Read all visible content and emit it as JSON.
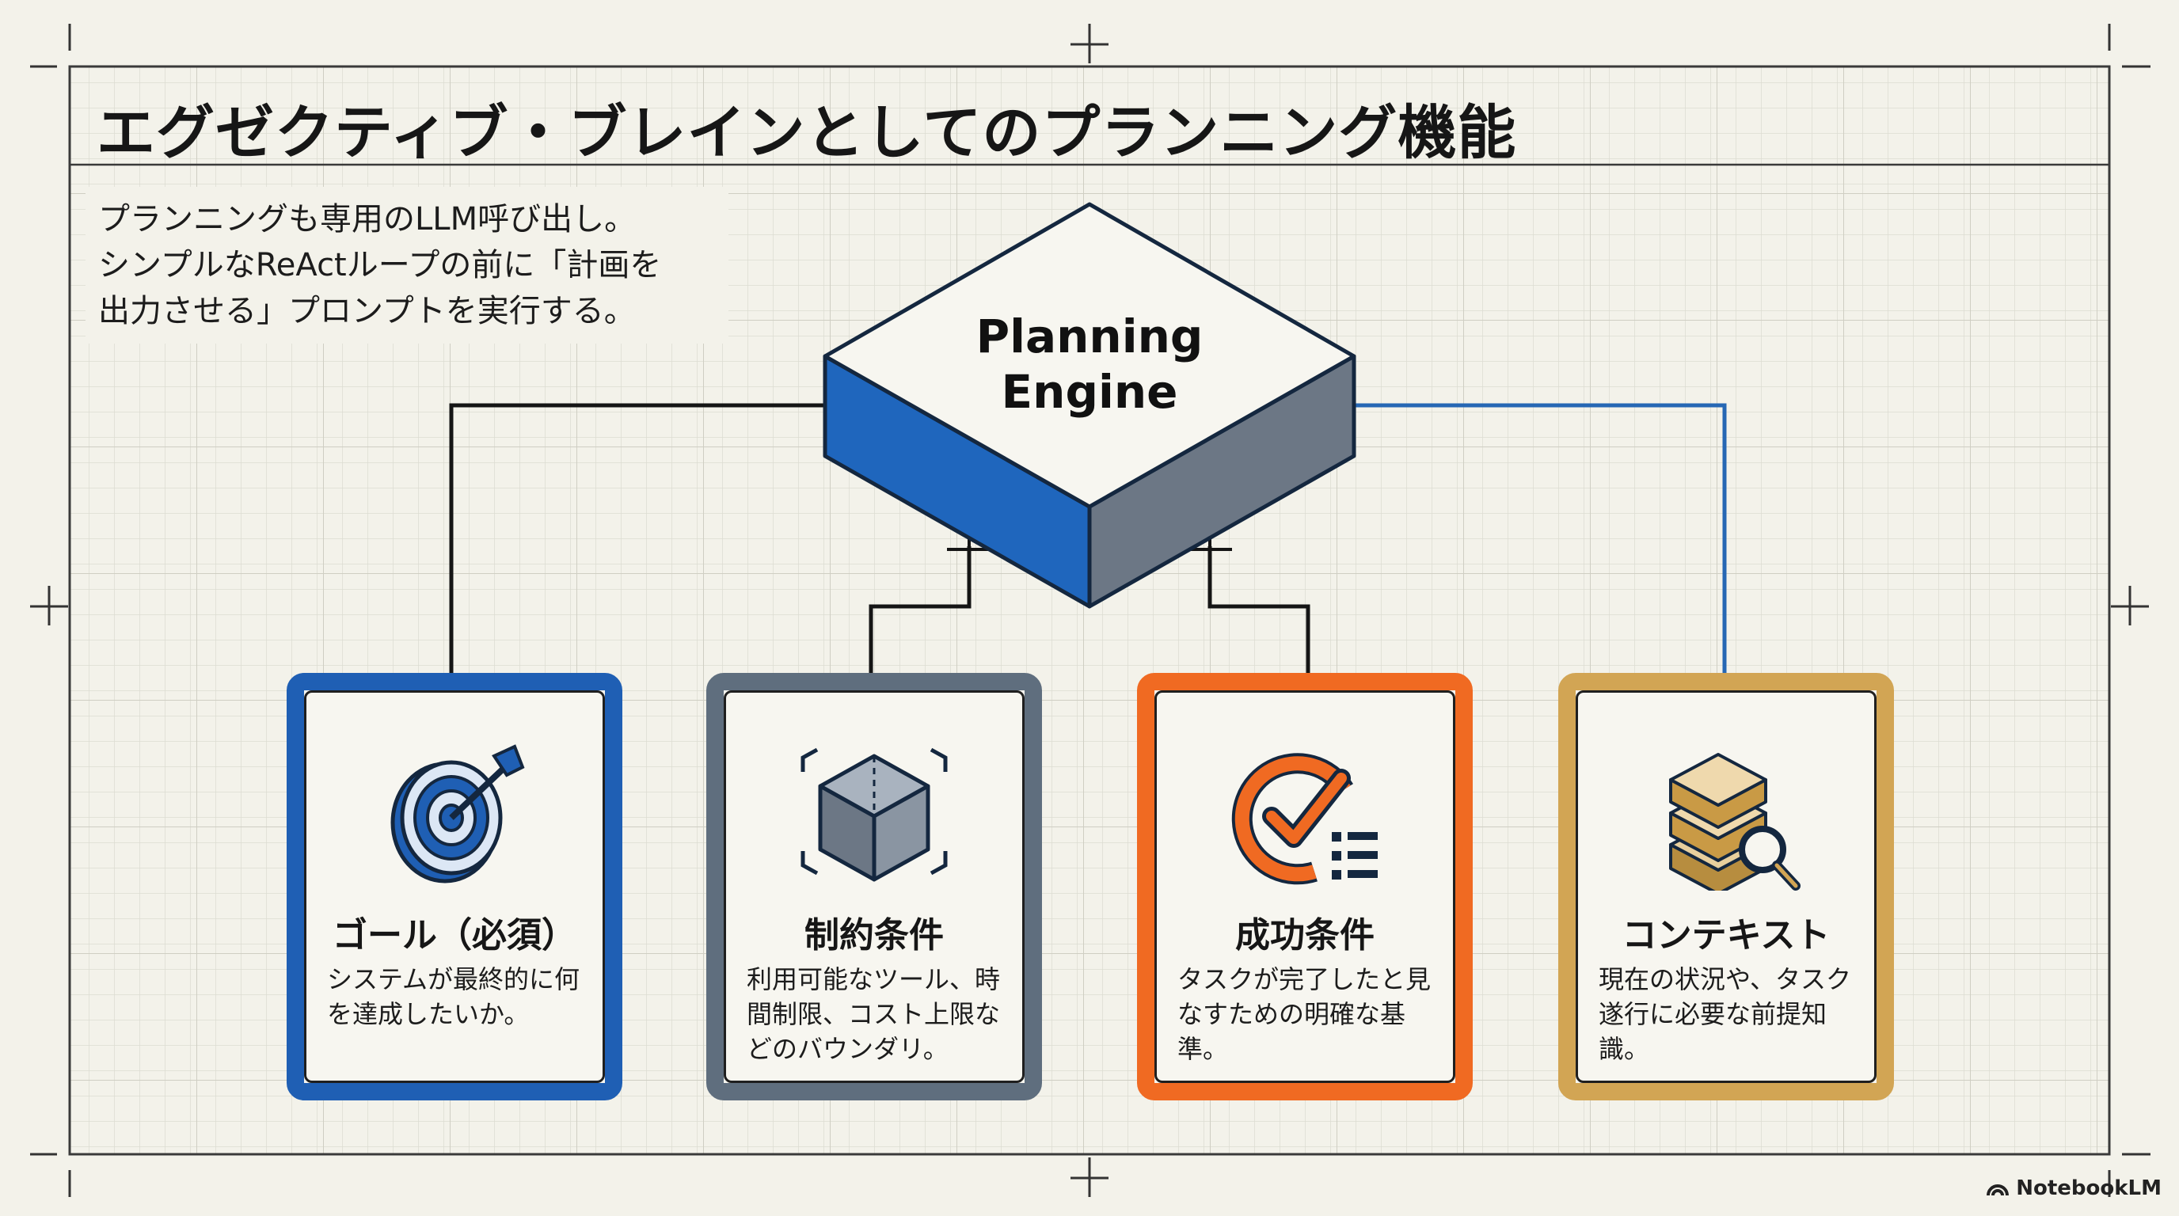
{
  "title": "エグゼクティブ・ブレインとしてのプランニング機能",
  "intro": {
    "lines": [
      "プランニングも専用のLLM呼び出し。",
      "シンプルなReActループの前に「計画を",
      "出力させる」プロンプトを実行する。"
    ]
  },
  "engine": {
    "line1": "Planning",
    "line2": "Engine"
  },
  "cards": [
    {
      "title": "ゴール（必須）",
      "lines": [
        "システムが最終的に何",
        "を達成したいか。"
      ],
      "color": "#1f5fb4",
      "icon": "target-icon"
    },
    {
      "title": "制約条件",
      "lines": [
        "利用可能なツール、時",
        "間制限、コスト上限な",
        "どのバウンダリ。"
      ],
      "color": "#5f6e7e",
      "icon": "cube-bounds-icon"
    },
    {
      "title": "成功条件",
      "lines": [
        "タスクが完了したと見",
        "なすための明確な基",
        "準。"
      ],
      "color": "#f06a22",
      "icon": "checklist-icon"
    },
    {
      "title": "コンテキスト",
      "lines": [
        "現在の状況や、タスク",
        "遂行に必要な前提知",
        "識。"
      ],
      "color": "#d2a554",
      "icon": "database-search-icon"
    }
  ],
  "colors": {
    "blue": "#1f5fb4",
    "slate": "#5f6e7e",
    "orange": "#f06a22",
    "gold": "#d2a554",
    "background": "#f3f2ea"
  },
  "brand": {
    "label": "NotebookLM",
    "icon": "notebooklm-icon"
  }
}
